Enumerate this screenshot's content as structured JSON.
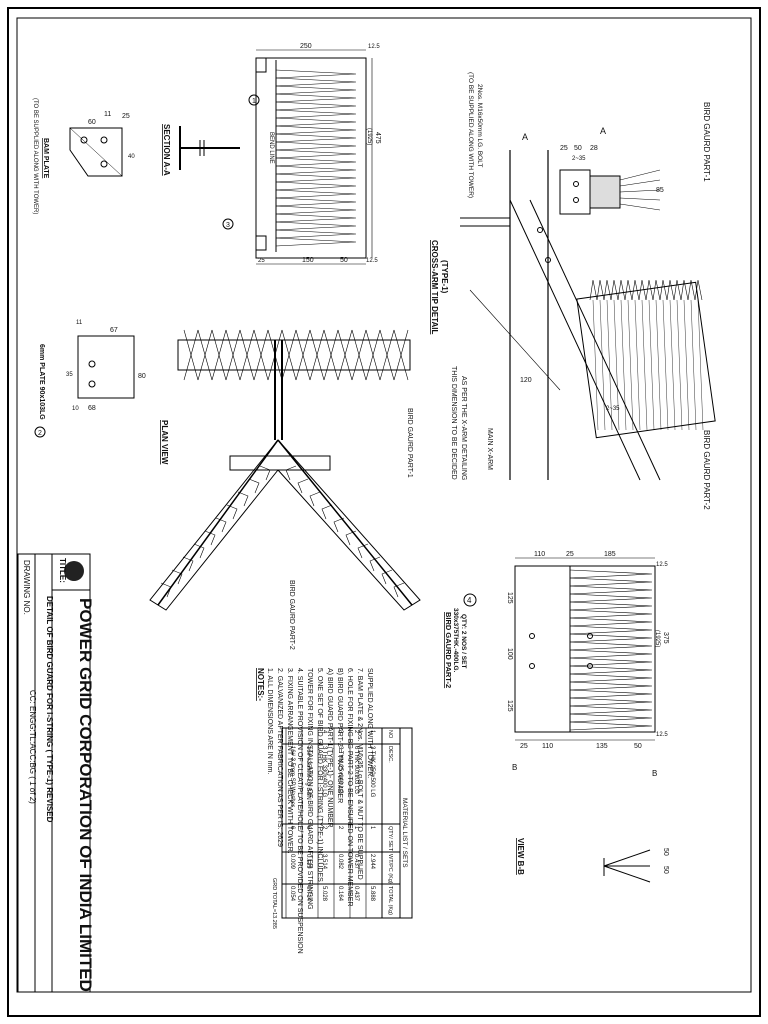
{
  "title_block": {
    "company": "POWER GRID CORPORATION OF INDIA LIMITED",
    "title_label": "TITLE:",
    "title": "DETAIL OF BIRD GUARD FOR I-STRING ( TYPE-1) REVISED",
    "drawing_no_label": "DRAWING NO.",
    "drawing_no": "CC: ENGG:TL:ACC:BG ( 1 of 2)"
  },
  "notes": {
    "heading": "NOTES:-",
    "items": [
      "1. ALL DIMENSIONS ARE IN mm.",
      "2. GALVANIZED AFTER FABRICATION AS PER IS: 2629",
      "3. FIXING ARRANGEMENT TO BE CHECK WITH TOWER.",
      "4. SUITABLE PROVISION OF CLEAT/PLATE/HOLE/ TO BE PROVIDED ON SUSPENSION",
      "   TOWER FOR FIXING INSTALLATION OF BIRD GUARD AFTER STRINGING",
      "5. ONE SET OF BIRD GUARD FOR I-STRING (TYPE-1) INCLUDES",
      "A) BIRD GUARD PART-1(TYPE-1)- ONE NUMBER",
      "B) BIRD GUARD PART-2 = TWO NUMBER",
      "6. HOLE FOR FIXING BG PART-2 TO BE ENSURED ON TOWER MEMBER",
      "7. BAM PLATE & 2Nos. M16x35 Lg BOLT & NUT TO BE SUPPLIED",
      "   SUPPLIED ALONG WITH TOWER."
    ]
  },
  "material_list": {
    "title": "MATERIAL LIST / SETS",
    "headers": [
      "NO",
      "DESC.",
      "QTY/ SET",
      "WT/PC (Kg)",
      "TOTAL (Kg)"
    ],
    "rows": [
      [
        "1",
        "3 THK 250x500 LG",
        "1",
        "2.944",
        "5.888"
      ],
      [
        "2",
        "6 THK 90x103 LG",
        "1",
        "0.437",
        "0.437"
      ],
      [
        "3",
        "3 THK 25x140 LG",
        "2",
        "0.082",
        "0.164"
      ],
      [
        "4",
        "3 THK 330x400 LG",
        "2",
        "3.514",
        "5.028"
      ],
      [
        "",
        "16# x35MM Lg B&N",
        "6",
        "0.119",
        "0.714"
      ],
      [
        "",
        "16# 3.5mm SP.Washer",
        "6",
        "0.009",
        "0.054"
      ]
    ],
    "total_label": "GRD TOTAL=13.285"
  },
  "views": {
    "bird_guard_part1": "BIRD GAURD PART-1",
    "bird_guard_part2": "BIRD GAURD PART-2",
    "cross_arm_tip": "CROSS-ARM TIP DETAIL",
    "type1": "(TYPE-1)",
    "dimension_note_1": "THIS DIMENSION TO BE DECIDED",
    "dimension_note_2": "AS PER THE X-ARM DETAILING",
    "main_x_arm": "MAIN X-ARM",
    "plan_view": "PLAN VIEW",
    "section_aa": "SECTION A-A",
    "view_bb": "VIEW B-B",
    "bend_line": "BEND LINE",
    "bolt_note_1": "2Nos. M16x50mm LG. BOLT",
    "bolt_note_2": "(TO BE SUPPLIED ALONG WITH TOWER)",
    "bam_plate": "BAM PLATE",
    "bam_supply": "(TO BE SUPPLIED ALONG WITH TOWER)",
    "plate_2": "6mm PLATE 90x103LG",
    "item_4_label": "330x375THK.-400LG.",
    "item_4_qty": "QTY: 2 NOS / SET",
    "dims": {
      "d250": "250",
      "d12_5": "12.5",
      "d475": "475",
      "d1925": "(1925)",
      "d25": "25",
      "d150": "150",
      "d50": "50",
      "d28": "28",
      "d85": "85",
      "d110": "110",
      "d185": "185",
      "d375": "375",
      "d135": "135",
      "d100": "100",
      "d125": "125",
      "d60": "60",
      "d11": "11",
      "d40": "40",
      "d67": "67",
      "d68": "68",
      "d80": "80",
      "d35": "35",
      "d10": "10",
      "d120": "120",
      "d2_35": "2~35"
    },
    "markers": [
      "A",
      "A",
      "B",
      "B",
      "1",
      "2",
      "3",
      "4"
    ]
  }
}
